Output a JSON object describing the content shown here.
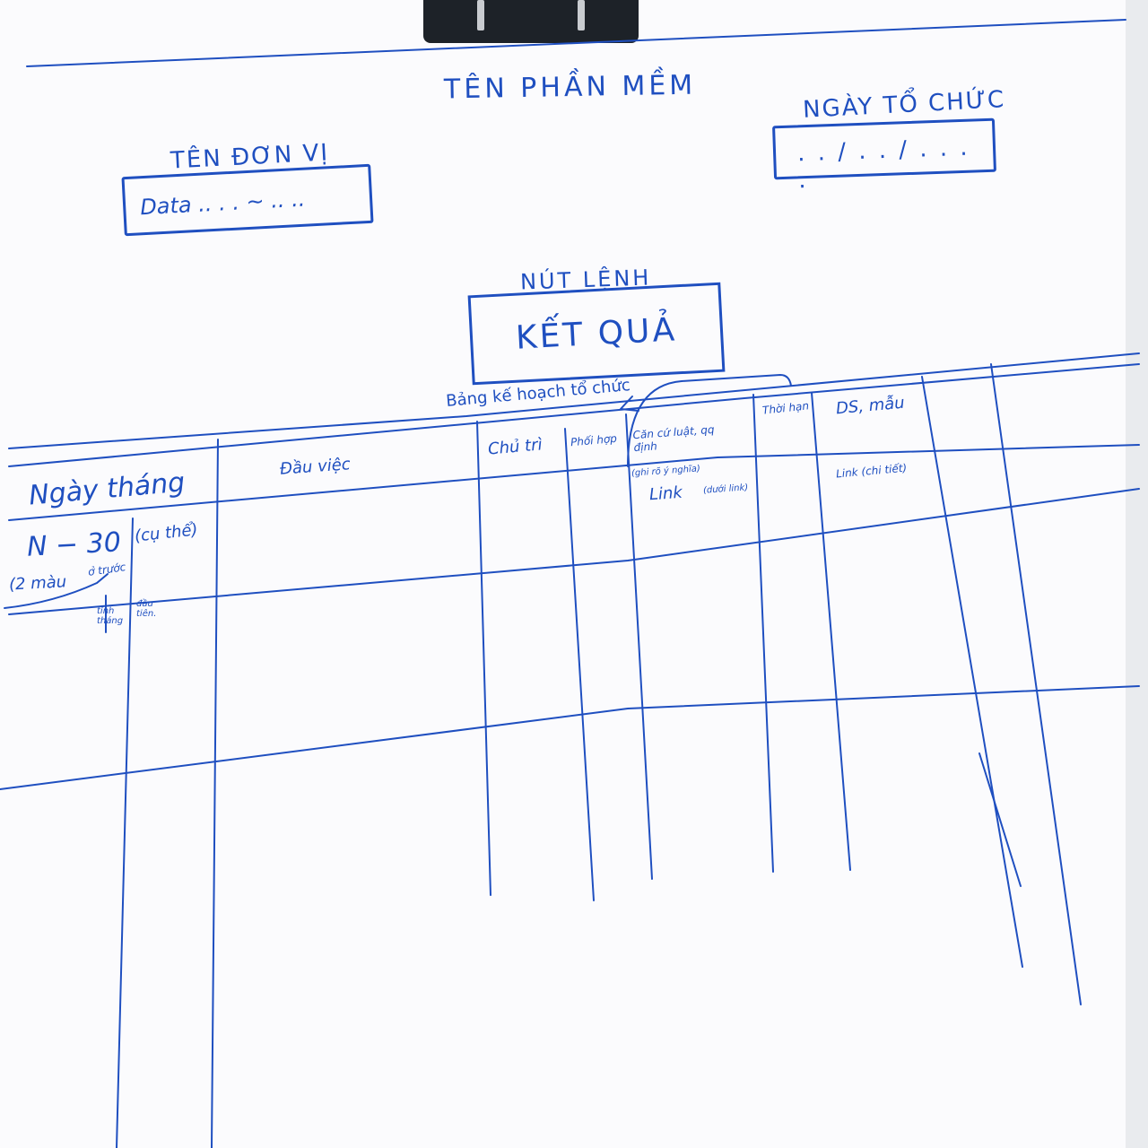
{
  "app": {
    "title": "TÊN PHẦN MỀM"
  },
  "unit": {
    "label": "TÊN ĐƠN VỊ",
    "value": "Data .. . . ~ .. .."
  },
  "date": {
    "label": "NGÀY TỔ CHỨC",
    "value": ". . / . . / . . . ."
  },
  "command": {
    "label": "NÚT LỆNH",
    "button": "KẾT QUẢ"
  },
  "plan": {
    "label": "Bảng kế hoạch tổ chức"
  },
  "table": {
    "headers": {
      "date": "Ngày tháng",
      "task": "Đầu việc",
      "lead": "Chủ trì",
      "coordinate": "Phối hợp",
      "legal": "Căn cứ luật, qq định",
      "legal_note": "(ghi rõ ý nghĩa)",
      "legal_link": "Link",
      "legal_link_note": "(dưới link)",
      "deadline": "Thời hạn",
      "forms": "DS, mẫu",
      "forms_link": "Link (chi tiết)"
    },
    "row1": {
      "date": "N − 30",
      "date_note": "(cụ thể)",
      "count_note": "(2 màu",
      "arrow_note": "ở trước",
      "sub_left": "tính tháng",
      "sub_right": "đầu tiên."
    }
  },
  "colors": {
    "ink": "#1f4fc0",
    "paper": "#fbfbfd",
    "clip": "#1d2228"
  }
}
